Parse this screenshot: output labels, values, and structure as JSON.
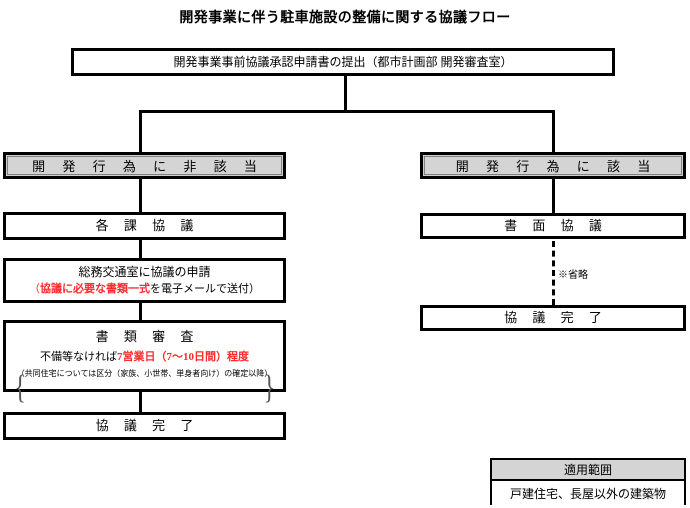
{
  "diagram": {
    "title": "開発事業に伴う駐車施設の整備に関する協議フロー",
    "start": {
      "label": "開発事業事前協議承認申請書の提出（都市計画部 開発審査室）"
    },
    "branches": [
      {
        "id": "left",
        "header": "開 発 行 為 に 非 該 当",
        "steps": [
          {
            "id": "kakka",
            "label": "各 課 協 議"
          },
          {
            "id": "soumu",
            "label": "総務交通室に協議の申請",
            "sub_prefix": "（",
            "sub_emphasis": "協議に必要な書類一式",
            "sub_suffix": "を電子メールで送付）"
          },
          {
            "id": "shinsa",
            "label": "書 類 審 査",
            "note_prefix": "不備等なければ",
            "note_emphasis": "7営業日（7～10日間）程度",
            "note_small": "（共同住宅については区分（家族、小世帯、単身者向け）の確定以降）"
          },
          {
            "id": "kanryo",
            "label": "協 議 完 了"
          }
        ]
      },
      {
        "id": "right",
        "header": "開 発 行 為 に 該 当",
        "steps": [
          {
            "id": "shomen",
            "label": "書 面 協 議"
          },
          {
            "id": "kanryo",
            "label": "協 議 完 了"
          }
        ],
        "connector_note": "※省略"
      }
    ],
    "legend": {
      "heading": "適用範囲",
      "body": "戸建住宅、長屋以外の建築物"
    },
    "colors": {
      "emphasis": "#ff2a2a",
      "gray_fill": "#d4d4d4",
      "border": "#000000"
    }
  }
}
